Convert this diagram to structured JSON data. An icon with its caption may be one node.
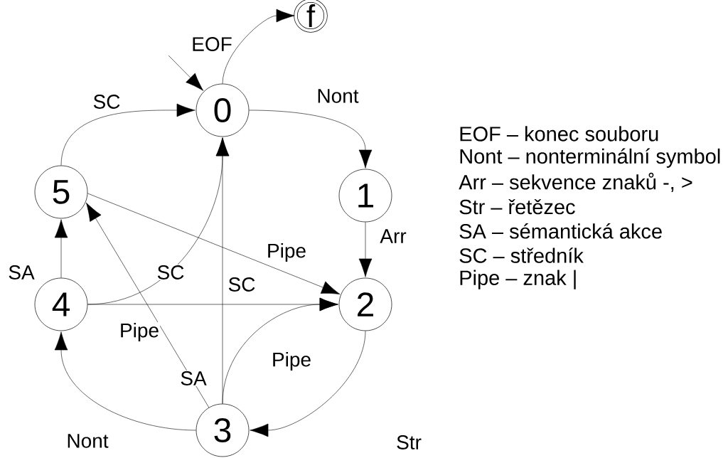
{
  "diagram": {
    "nodes": [
      {
        "text": [
          "0"
        ]
      },
      {
        "text": [
          "f"
        ]
      },
      {
        "text": [
          "1"
        ]
      },
      {
        "text": [
          "2"
        ]
      },
      {
        "text": [
          "3"
        ]
      },
      {
        "text": [
          "4"
        ]
      },
      {
        "text": [
          "5"
        ]
      }
    ],
    "edges": [
      {
        "from": null,
        "to": 0,
        "arrow": "to"
      },
      {
        "from": 0,
        "to": 1,
        "arrow": "to",
        "label": "EOF"
      },
      {
        "from": 0,
        "to": 2,
        "arrow": "to",
        "label": "Nont"
      },
      {
        "from": 2,
        "to": 3,
        "arrow": "to",
        "label": "Arr"
      },
      {
        "from": 3,
        "to": 4,
        "arrow": "to",
        "label": "Str"
      },
      {
        "from": 4,
        "to": 5,
        "arrow": "to",
        "label": "Nont"
      },
      {
        "from": 5,
        "to": 6,
        "arrow": "to",
        "label": "SA"
      },
      {
        "from": 6,
        "to": 0,
        "arrow": "to",
        "label": "SC"
      },
      {
        "from": 6,
        "to": 3,
        "arrow": "to",
        "label": "Pipe"
      },
      {
        "from": 5,
        "to": 0,
        "arrow": "to",
        "label": "SC"
      },
      {
        "from": 5,
        "to": 3,
        "arrow": "to",
        "label": "Pipe"
      },
      {
        "from": 4,
        "to": 0,
        "arrow": "to",
        "label": "SC"
      },
      {
        "from": 4,
        "to": 6,
        "arrow": "to",
        "label": "SA"
      },
      {
        "from": 4,
        "to": 3,
        "arrow": "to",
        "label": "Pipe"
      }
    ],
    "labels": [
      "EOF – konec souboru",
      "Nont – nonterminální symbol",
      "Arr – sekvence znaků -, >",
      "Str – řetězec",
      "SA – sémantická akce",
      "SC – středník",
      "Pipe – znak |"
    ]
  }
}
